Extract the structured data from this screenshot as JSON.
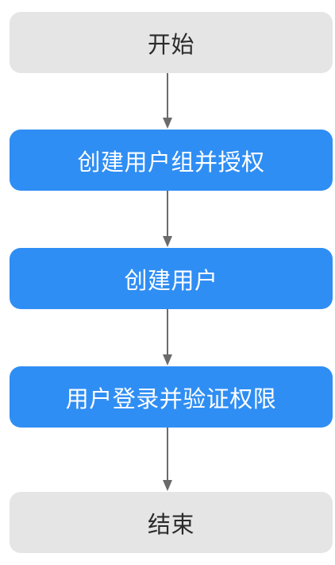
{
  "flowchart": {
    "nodes": [
      {
        "label": "开始",
        "kind": "terminal"
      },
      {
        "label": "创建用户组并授权",
        "kind": "process"
      },
      {
        "label": "创建用户",
        "kind": "process"
      },
      {
        "label": "用户登录并验证权限",
        "kind": "process"
      },
      {
        "label": "结束",
        "kind": "terminal"
      }
    ],
    "colors": {
      "terminal_fill": "#e5e5e5",
      "process_fill": "#2f8ef4",
      "arrow": "#6b6b6b"
    }
  }
}
